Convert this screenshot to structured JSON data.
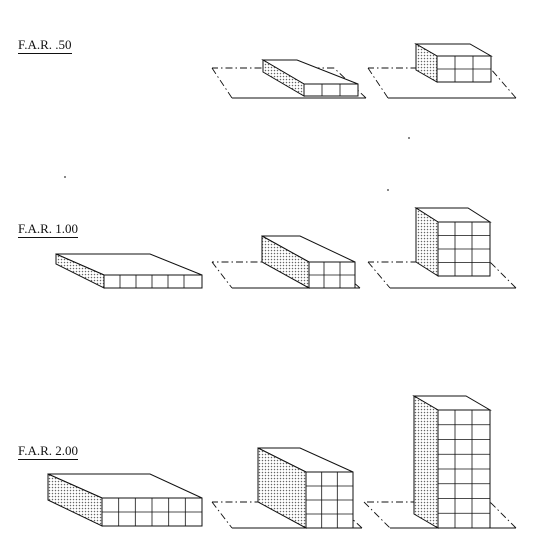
{
  "rows": [
    {
      "label": "F.A.R. .50",
      "diagrams": [
        {
          "kind": "lot-building",
          "stories": 1
        },
        {
          "kind": "lot-building",
          "stories": 2
        }
      ]
    },
    {
      "label": "F.A.R. 1.00",
      "diagrams": [
        {
          "kind": "full-coverage",
          "stories": 1
        },
        {
          "kind": "lot-building",
          "stories": 2
        },
        {
          "kind": "lot-building",
          "stories": 4
        }
      ]
    },
    {
      "label": "F.A.R. 2.00",
      "diagrams": [
        {
          "kind": "full-coverage",
          "stories": 2
        },
        {
          "kind": "lot-building",
          "stories": 4
        },
        {
          "kind": "lot-building",
          "stories": 8
        }
      ]
    }
  ],
  "colors": {
    "ink": "#111111",
    "shade": "#9a9a9a",
    "paper": "#ffffff"
  }
}
